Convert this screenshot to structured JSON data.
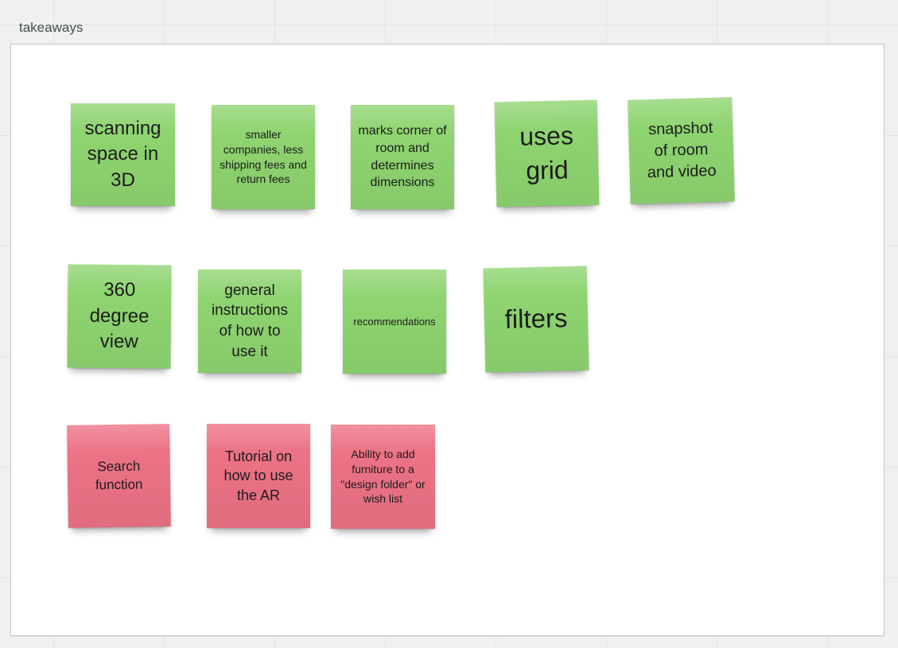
{
  "frame": {
    "title": "takeaways"
  },
  "notes": [
    {
      "text": "scanning space in 3D",
      "color": "green"
    },
    {
      "text": "smaller companies, less shipping fees and return fees",
      "color": "green"
    },
    {
      "text": "marks corner of room and determines dimensions",
      "color": "green"
    },
    {
      "text": "uses grid",
      "color": "green"
    },
    {
      "text": "snapshot of room and video",
      "color": "green"
    },
    {
      "text": "360 degree view",
      "color": "green"
    },
    {
      "text": "general instructions of how to use it",
      "color": "green"
    },
    {
      "text": "recommendations",
      "color": "green"
    },
    {
      "text": "filters",
      "color": "green"
    },
    {
      "text": "Search function",
      "color": "red"
    },
    {
      "text": "Tutorial on how to use the AR",
      "color": "red"
    },
    {
      "text": "Ability to add furniture to a \"design folder\" or wish list",
      "color": "red"
    }
  ],
  "colors": {
    "note_green": "#8ed470",
    "note_red": "#ec7285",
    "note_text": "#1c1c1c",
    "canvas_background": "#f0f0f0",
    "grid_line": "#e4e4e4",
    "frame_background": "#ffffff",
    "frame_title_text": "#47504a"
  }
}
